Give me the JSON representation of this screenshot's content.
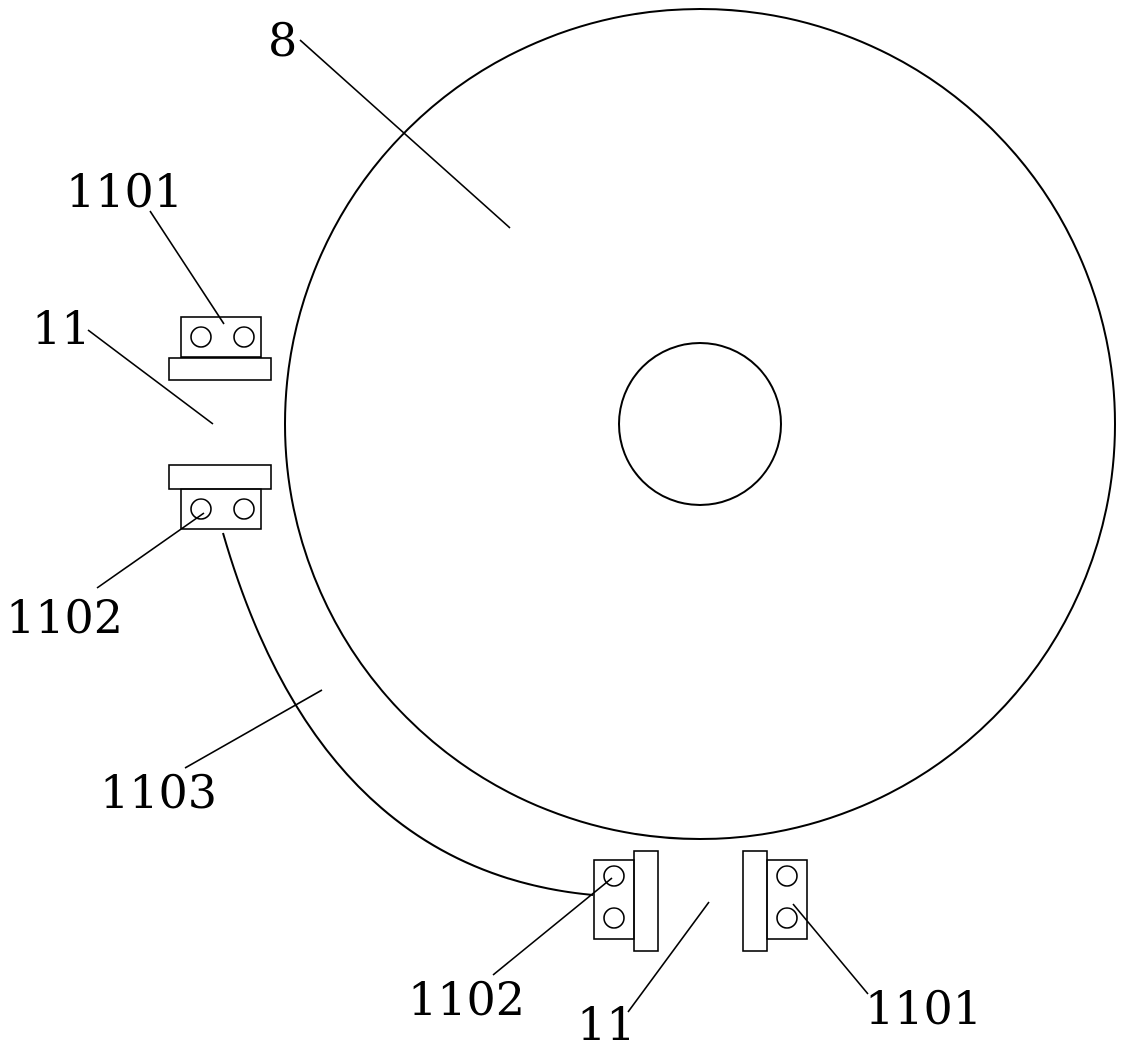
{
  "labels": {
    "disc": "8",
    "upper_clamp_top": "1101",
    "upper_assembly": "11",
    "upper_clamp_bottom": "1102",
    "guide_arc": "1103",
    "lower_clamp_left": "1102",
    "lower_assembly": "11",
    "lower_clamp_right": "1101"
  },
  "colors": {
    "stroke": "#000000",
    "background": "#ffffff"
  }
}
